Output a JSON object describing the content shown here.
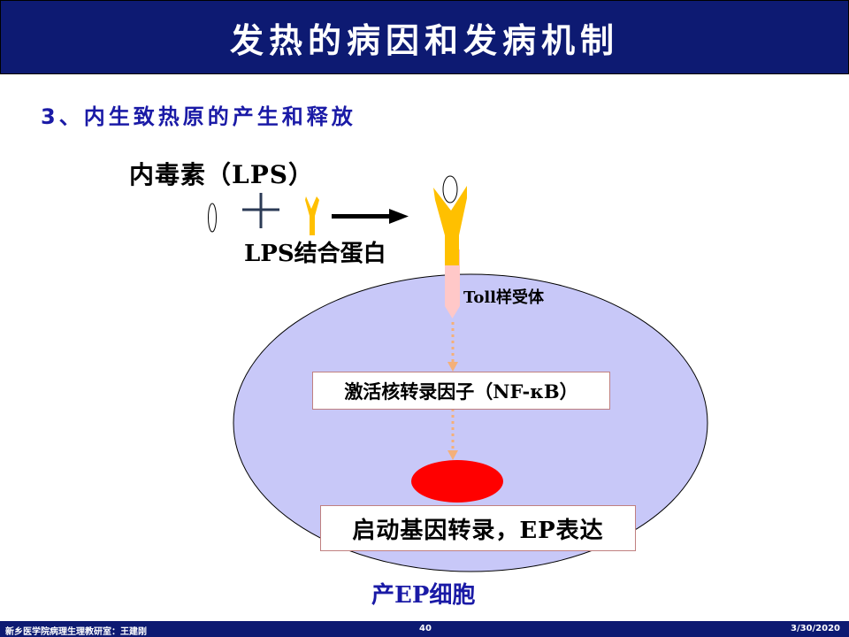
{
  "slide": {
    "title": "发热的病因和发病机制",
    "section_heading": "3、内生致热原的产生和释放"
  },
  "diagram": {
    "lps_label": "内毒素（LPS）",
    "lbp_label": "LPS结合蛋白",
    "toll_label": "Toll样受体",
    "nfkb_label": "激活核转录因子（NF-κB）",
    "transcription_label": "启动基因转录，EP表达",
    "product_label": "产EP细胞",
    "colors": {
      "cell_fill": "#c8c8f8",
      "protein_yellow": "#ffc000",
      "receptor_pink": "#ffc8c8",
      "nucleus_red": "#ff0000",
      "heading_blue": "#1a1aa6",
      "title_bar": "#0d1a72"
    }
  },
  "footer": {
    "left": "新乡医学院病理生理教研室：王建刚",
    "page_number": "40",
    "date": "3/30/2020"
  }
}
